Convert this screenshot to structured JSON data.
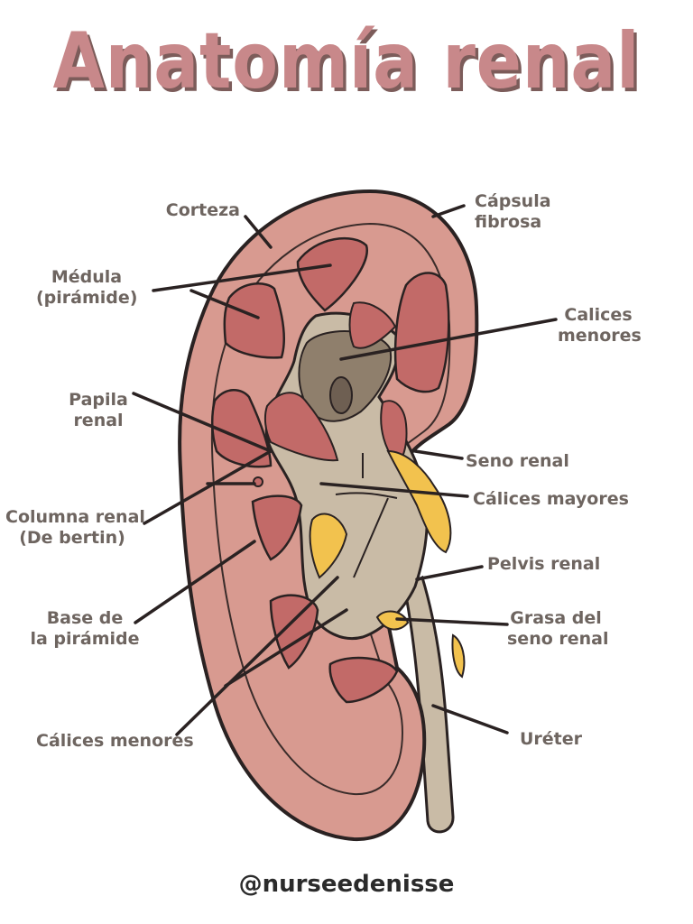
{
  "title": "Anatomía renal",
  "credit": "@nurseedenisse",
  "labels": {
    "corteza": "Corteza",
    "capsula_1": "Cápsula",
    "capsula_2": "fibrosa",
    "medula_1": "Médula",
    "medula_2": "(pirámide)",
    "calices_menores_r_1": "Calices",
    "calices_menores_r_2": "menores",
    "papila_1": "Papila",
    "papila_2": "renal",
    "seno_renal": "Seno renal",
    "columna_1": "Columna renal",
    "columna_2": "(De bertin)",
    "calices_mayores": "Cálices mayores",
    "pelvis_renal": "Pelvis renal",
    "base_1": "Base de",
    "base_2": "la pirámide",
    "grasa_1": "Grasa del",
    "grasa_2": "seno renal",
    "calices_menores_l": "Cálices menores",
    "ureter": "Uréter"
  },
  "colors": {
    "cortex": "#d89a90",
    "capsule_edge": "#2a2222",
    "pyramid": "#c26a68",
    "sinus": "#c9bba6",
    "calyx": "#d6cbbb",
    "fat": "#f2c24e",
    "title": "#c8888a"
  }
}
